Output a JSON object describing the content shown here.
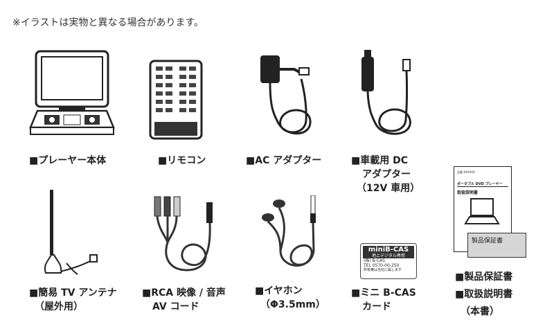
{
  "notice": "※イラストは実物と異なる場合があります。",
  "items": [
    {
      "icon": "portable-dvd-player-icon",
      "lines": [
        "■プレーヤー本体"
      ]
    },
    {
      "icon": "remote-control-icon",
      "lines": [
        "■リモコン"
      ]
    },
    {
      "icon": "ac-adapter-icon",
      "lines": [
        "■AC アダプター"
      ]
    },
    {
      "icon": "car-adapter-icon",
      "lines": [
        "■車載用 DC",
        "アダプター",
        "（12V 車用）"
      ]
    },
    {
      "icon": "tv-antenna-icon",
      "lines": [
        "■簡易 TV アンテナ",
        "（屋外用）"
      ]
    },
    {
      "icon": "rca-cable-icon",
      "lines": [
        "■RCA 映像 / 音声",
        "AV コード"
      ]
    },
    {
      "icon": "earphones-icon",
      "lines": [
        "■イヤホン",
        "（Φ3.5mm）"
      ]
    },
    {
      "icon": "b-cas-card-icon",
      "lines": [
        "■ミニ B-CAS",
        "カード"
      ]
    },
    {
      "icon": "manual-and-warranty-icon",
      "lines": [
        "■製品保証書",
        "■取扱説明書",
        "（本書）"
      ]
    }
  ],
  "bcas_card": {
    "brand": "miniB-CAS",
    "subtitle": "地上デジタル専用",
    "company": "(株) B-CAS",
    "tel": "TEL 0570-00-250",
    "ownership": "所有権は当社に属します"
  },
  "manual": {
    "model": "品番 XXXXXX",
    "product": "ポータブル DVD プレーヤー",
    "title": "取扱説明書",
    "warranty": "製品保証書"
  }
}
